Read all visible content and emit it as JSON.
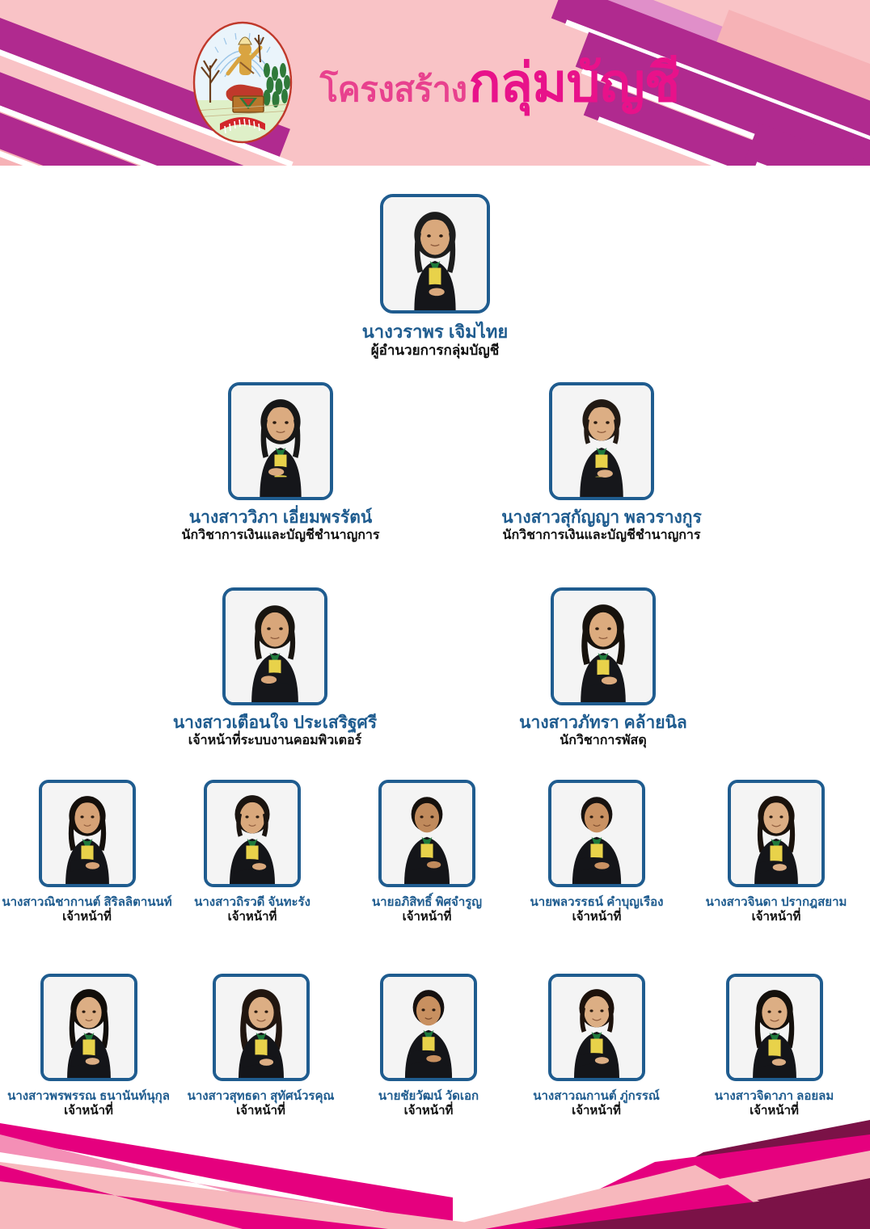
{
  "header": {
    "title_prefix": "โครงสร้าง",
    "title_main": "กลุ่มบัญชี",
    "emblem_name": "department-of-agricultural-extension-emblem",
    "colors": {
      "banner_bg": "#f9c3c6",
      "stripe_magenta": "#b02a8f",
      "stripe_pink": "#e08fc9",
      "title_small": "#e8418e",
      "title_main": "#e8128a"
    }
  },
  "theme": {
    "name_color": "#1f5c8f",
    "role_color": "#111111",
    "frame_border": "#1f5c8f",
    "footer_light_pink": "#f7b8bd",
    "footer_magenta": "#e5007e",
    "footer_pink": "#f48fb6",
    "footer_maroon": "#7b1247"
  },
  "org": {
    "level1": [
      {
        "name": "นางวราพร เจิมไทย",
        "role": "ผู้อำนวยการกลุ่มบัญชี",
        "photo": "portrait-woman-long-hair-black-blazer"
      }
    ],
    "level2": [
      {
        "name": "นางสาววิภา  เอี่ยมพรรัตน์",
        "role": "นักวิชาการเงินและบัญชีชำนาญการ",
        "photo": "portrait-woman-straight-hair-black-blazer"
      },
      {
        "name": "นางสาวสุกัญญา พลวรางกูร",
        "role": "นักวิชาการเงินและบัญชีชำนาญการ",
        "photo": "portrait-woman-short-hair-black-blazer"
      }
    ],
    "level3": [
      {
        "name": "นางสาวเตือนใจ ประเสริฐศรี",
        "role": "เจ้าหน้าที่ระบบงานคอมพิวเตอร์",
        "photo": "portrait-woman-dark-hair-black-blazer"
      },
      {
        "name": "นางสาวภัทรา คล้ายนิล",
        "role": "นักวิชาการพัสดุ",
        "photo": "portrait-woman-wavy-hair-black-blazer"
      }
    ],
    "level4_row1": [
      {
        "name": "นางสาวณิชากานต์ สิริลลิตานนท์",
        "role": "เจ้าหน้าที่",
        "photo": "portrait-woman-long-dark-hair"
      },
      {
        "name": "นางสาวถิรวดี จันทะรัง",
        "role": "เจ้าหน้าที่",
        "photo": "portrait-woman-tied-hair"
      },
      {
        "name": "นายอภิสิทธิ์ พิศจำรูญ",
        "role": "เจ้าหน้าที่",
        "photo": "portrait-man-short-hair"
      },
      {
        "name": "นายพลวรรธน์ คำบุญเรือง",
        "role": "เจ้าหน้าที่",
        "photo": "portrait-man-arms-crossed"
      },
      {
        "name": "นางสาวจินดา ปรากฎสยาม",
        "role": "เจ้าหน้าที่",
        "photo": "portrait-woman-long-hair-smiling"
      }
    ],
    "level4_row2": [
      {
        "name": "นางสาวพรพรรณ ธนานันท์นุกุล",
        "role": "เจ้าหน้าที่",
        "photo": "portrait-woman-bangs-dark-hair"
      },
      {
        "name": "นางสาวสุทธดา สุทัศน์วรคุณ",
        "role": "เจ้าหน้าที่",
        "photo": "portrait-woman-long-wavy-hair"
      },
      {
        "name": "นายชัยวัฒน์ วัดเอก",
        "role": "เจ้าหน้าที่",
        "photo": "portrait-man-glasses-free"
      },
      {
        "name": "นางสาวณกานต์ ภู่กรรณ์",
        "role": "เจ้าหน้าที่",
        "photo": "portrait-woman-updo-hair"
      },
      {
        "name": "นางสาวจิดาภา ลอยลม",
        "role": "เจ้าหน้าที่",
        "photo": "portrait-woman-dark-long-hair"
      }
    ]
  }
}
